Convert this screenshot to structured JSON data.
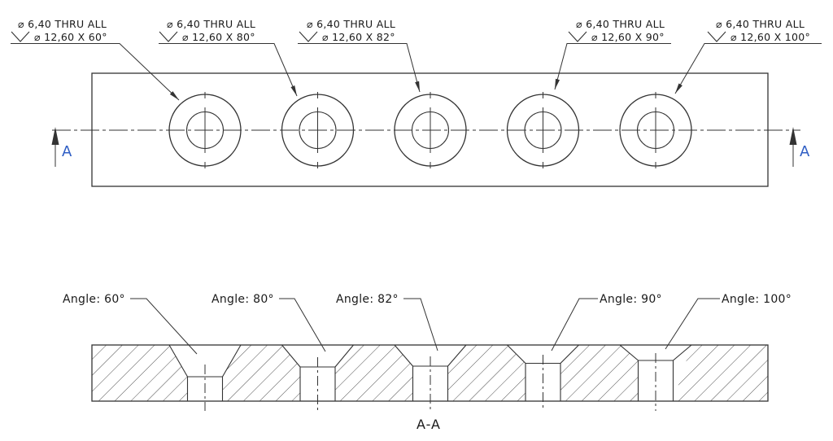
{
  "top_view": {
    "section_arrow_letter": "A",
    "callouts": [
      {
        "hole_note": "⌀ 6,40 THRU ALL",
        "countersink_note": "⌀ 12,60 X 60°"
      },
      {
        "hole_note": "⌀ 6,40 THRU ALL",
        "countersink_note": "⌀ 12,60 X 80°"
      },
      {
        "hole_note": "⌀ 6,40 THRU ALL",
        "countersink_note": "⌀ 12,60 X 82°"
      },
      {
        "hole_note": "⌀ 6,40 THRU ALL",
        "countersink_note": "⌀ 12,60 X 90°"
      },
      {
        "hole_note": "⌀ 6,40 THRU ALL",
        "countersink_note": "⌀ 12,60 X 100°"
      }
    ]
  },
  "section_view": {
    "title": "A-A",
    "angle_labels": [
      "Angle: 60°",
      "Angle: 80°",
      "Angle: 82°",
      "Angle: 90°",
      "Angle: 100°"
    ]
  },
  "colors": {
    "line": "#333333",
    "text": "#1a1a1a",
    "accent": "#2f5ec4"
  }
}
